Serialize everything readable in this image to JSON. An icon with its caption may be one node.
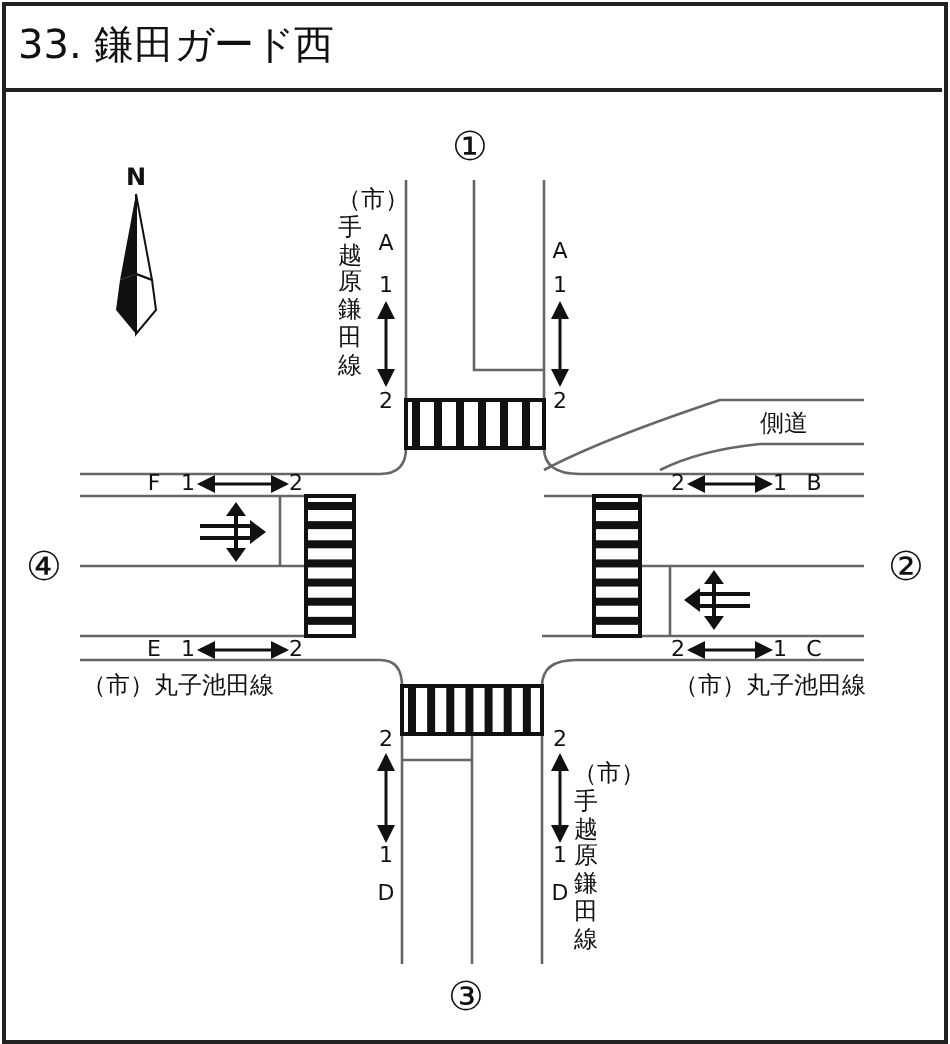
{
  "diagram": {
    "title": "33. 鎌田ガード西",
    "labels": [
      "①",
      "（市）手越原鎌田線",
      "A",
      "1",
      "2",
      "A",
      "1",
      "2",
      "側道",
      "F",
      "1",
      "2",
      "2",
      "1",
      "B",
      "④",
      "②",
      "E",
      "1",
      "2",
      "2",
      "1",
      "C",
      "（市）丸子池田線",
      "（市）丸子池田線",
      "2",
      "2",
      "（市）手越原鎌田線",
      "1",
      "1",
      "D",
      "D",
      "③",
      "N"
    ]
  }
}
